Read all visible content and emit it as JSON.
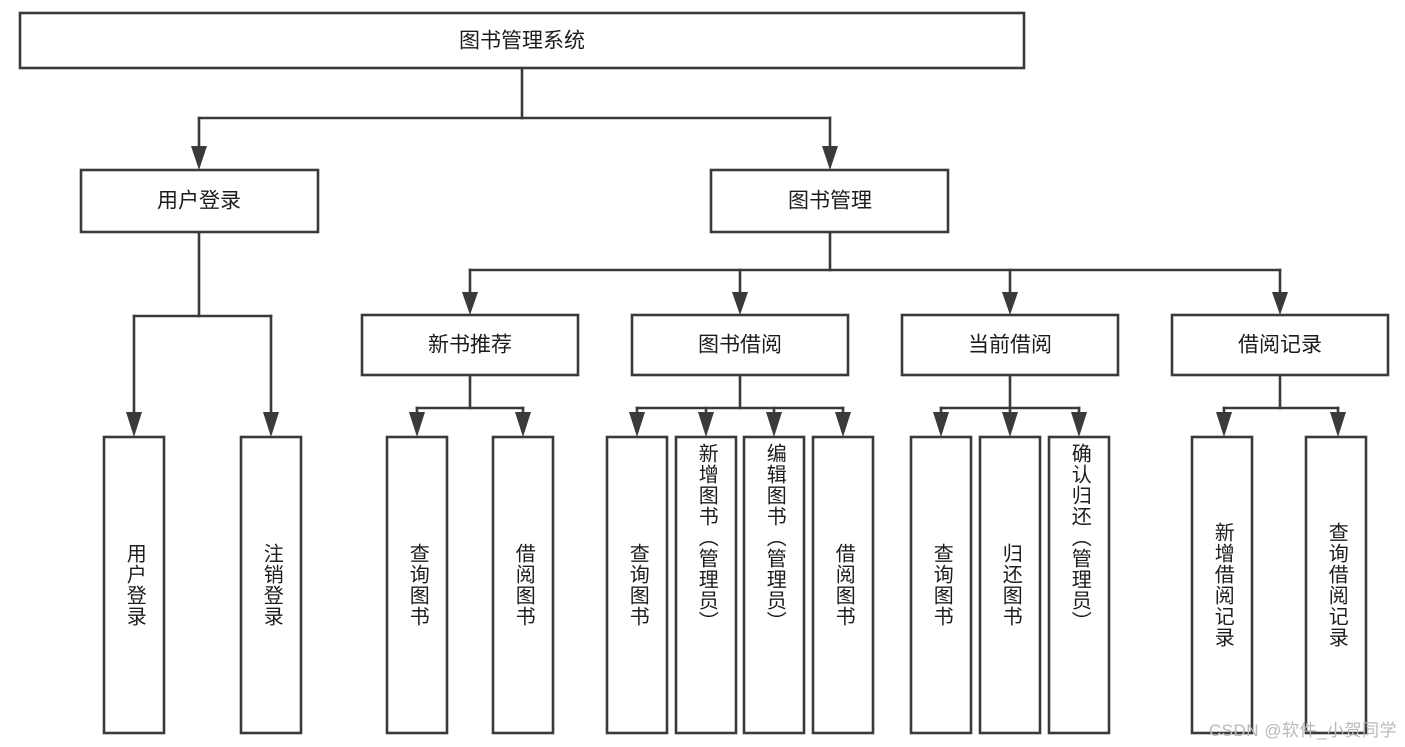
{
  "diagram": {
    "type": "tree",
    "title": "图书管理系统",
    "colors": {
      "stroke": "#3a3a3a",
      "box_fill": "#ffffff",
      "text": "#1c1c1c",
      "background": "#ffffff",
      "watermark": "#b9b9b9"
    },
    "levels": {
      "root": {
        "label": "图书管理系统"
      },
      "level2": [
        {
          "label": "用户登录"
        },
        {
          "label": "图书管理"
        }
      ],
      "level3": [
        {
          "label": "新书推荐"
        },
        {
          "label": "图书借阅"
        },
        {
          "label": "当前借阅"
        },
        {
          "label": "借阅记录"
        }
      ],
      "level4": [
        {
          "label": "用户登录",
          "parent": "用户登录"
        },
        {
          "label": "注销登录",
          "parent": "用户登录"
        },
        {
          "label": "查询图书",
          "parent": "新书推荐"
        },
        {
          "label": "借阅图书",
          "parent": "新书推荐"
        },
        {
          "label": "查询图书",
          "parent": "图书借阅"
        },
        {
          "label": "新增图书（管理员）",
          "parent": "图书借阅"
        },
        {
          "label": "编辑图书（管理员）",
          "parent": "图书借阅"
        },
        {
          "label": "借阅图书",
          "parent": "图书借阅"
        },
        {
          "label": "查询图书",
          "parent": "当前借阅"
        },
        {
          "label": "归还图书",
          "parent": "当前借阅"
        },
        {
          "label": "确认归还（管理员）",
          "parent": "当前借阅"
        },
        {
          "label": "新增借阅记录",
          "parent": "借阅记录"
        },
        {
          "label": "查询借阅记录",
          "parent": "借阅记录"
        }
      ]
    }
  },
  "watermark": {
    "text": "CSDN @软件_小贺同学"
  }
}
